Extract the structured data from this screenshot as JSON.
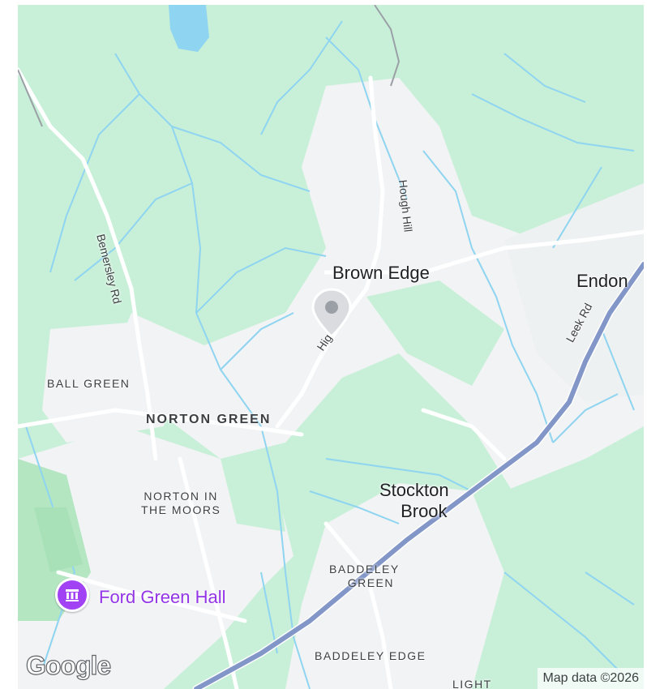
{
  "map": {
    "places": {
      "brown_edge": "Brown Edge",
      "endon": "Endon",
      "stockton_brook_1": "Stockton",
      "stockton_brook_2": "Brook",
      "ball_green": "BALL GREEN",
      "norton_green": "NORTON GREEN",
      "norton_moors_1": "NORTON IN",
      "norton_moors_2": "THE MOORS",
      "baddeley_green_1": "BADDELEY",
      "baddeley_green_2": "GREEN",
      "baddeley_edge": "BADDELEY EDGE",
      "light": "LIGHT"
    },
    "roads": {
      "bemersley": "Bemersley Rd",
      "hough_hill": "Hough Hill",
      "leek_rd": "Leek Rd",
      "high_st": "High St"
    },
    "poi": {
      "label": "Ford Green Hall",
      "icon": "museum-icon"
    },
    "marker": {
      "icon": "map-pin-icon"
    },
    "logo": "Google",
    "attribution": "Map data ©2026",
    "colors": {
      "land": "#c8f0d8",
      "urban": "#f1f3f4",
      "water": "#8fd4f0",
      "major_road": "#8296c8",
      "poi": "#a142f4"
    }
  }
}
